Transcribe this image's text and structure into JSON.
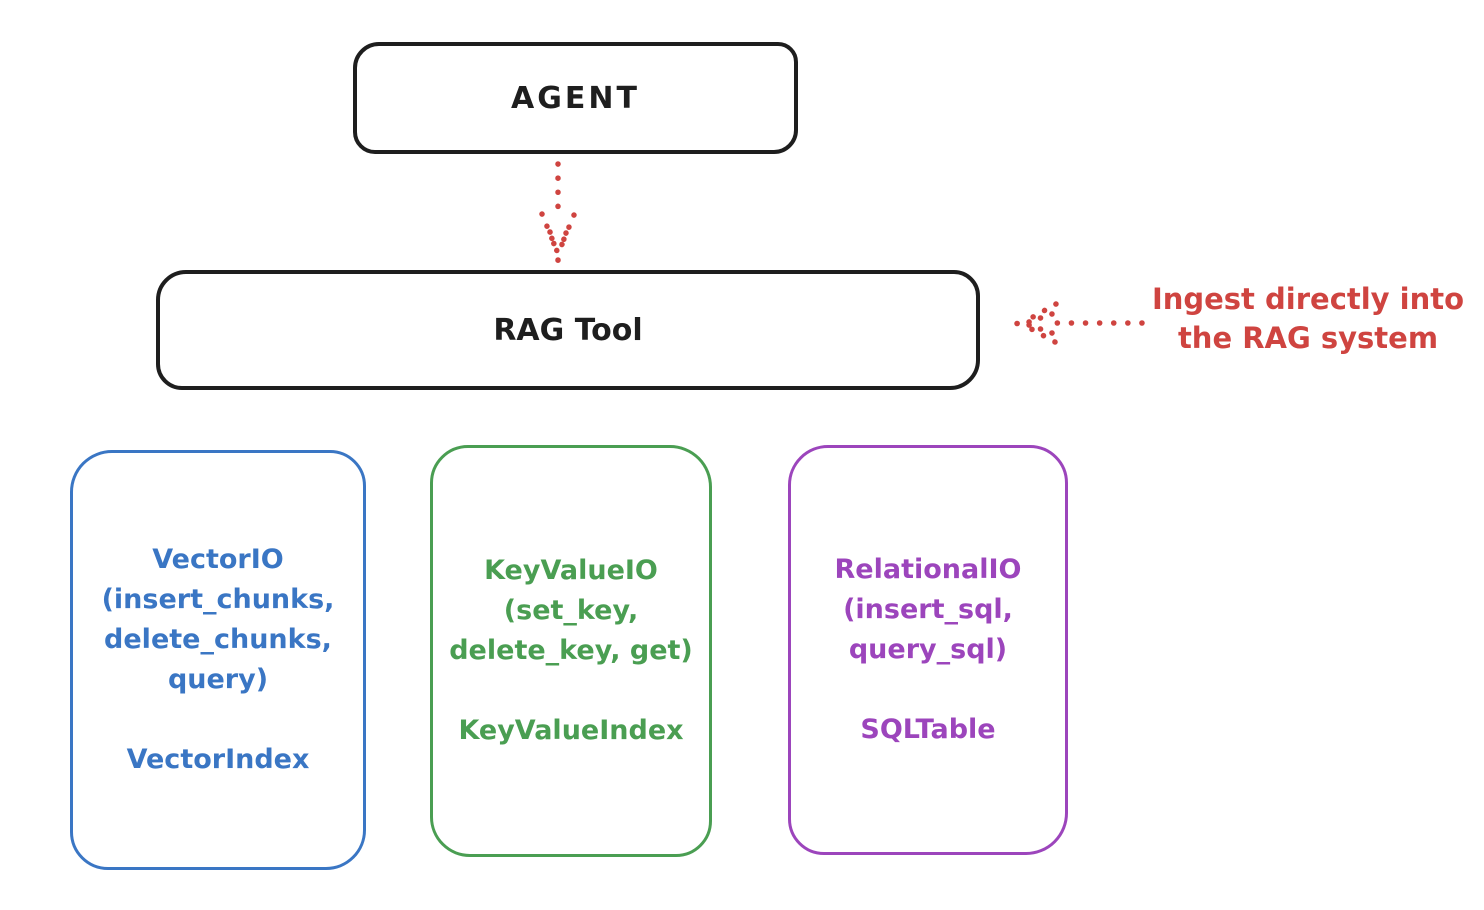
{
  "colors": {
    "ink": "#1e1e1e",
    "red": "#cf4440",
    "blue": "#3a76c4",
    "green": "#4a9e52",
    "purple": "#9c45bc"
  },
  "agent_box": {
    "label": "AGENT"
  },
  "rag_tool_box": {
    "label": "RAG Tool"
  },
  "ingest_annotation": {
    "line1": "Ingest directly into",
    "line2": "the RAG system"
  },
  "io_boxes": [
    {
      "name": "vector-io",
      "color": "#3a76c4",
      "lines": [
        "VectorIO",
        "(insert_chunks,",
        "delete_chunks,",
        "query)"
      ],
      "index_label": "VectorIndex"
    },
    {
      "name": "keyvalue-io",
      "color": "#4a9e52",
      "lines": [
        "KeyValueIO",
        "(set_key,",
        "delete_key, get)"
      ],
      "index_label": "KeyValueIndex"
    },
    {
      "name": "relational-io",
      "color": "#9c45bc",
      "lines": [
        "RelationalIO",
        "(insert_sql,",
        "query_sql)"
      ],
      "index_label": "SQLTable"
    }
  ]
}
